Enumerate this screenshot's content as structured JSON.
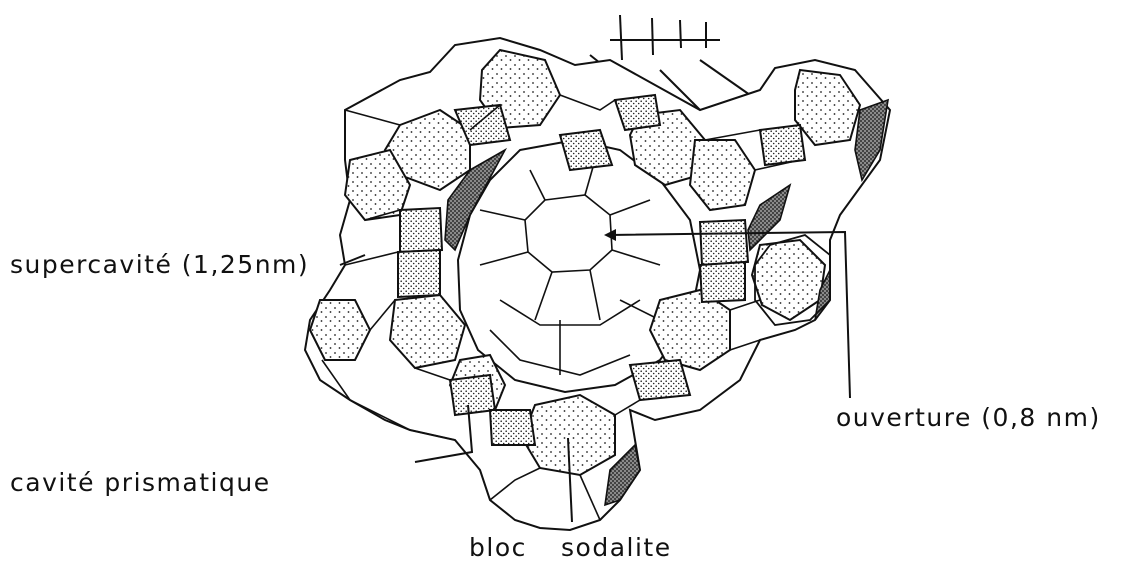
{
  "labels": {
    "supercavity": "supercavité (1,25nm)",
    "aperture": "ouverture (0,8 nm)",
    "prismatic_cavity": "cavité prismatique",
    "block": "bloc",
    "sodalite": "sodalite"
  },
  "colors": {
    "ink": "#111111",
    "paper": "#ffffff",
    "stipple_light": "#9a9a9a",
    "stipple_dense": "#555555",
    "stipple_dark": "#2a2a2a"
  }
}
